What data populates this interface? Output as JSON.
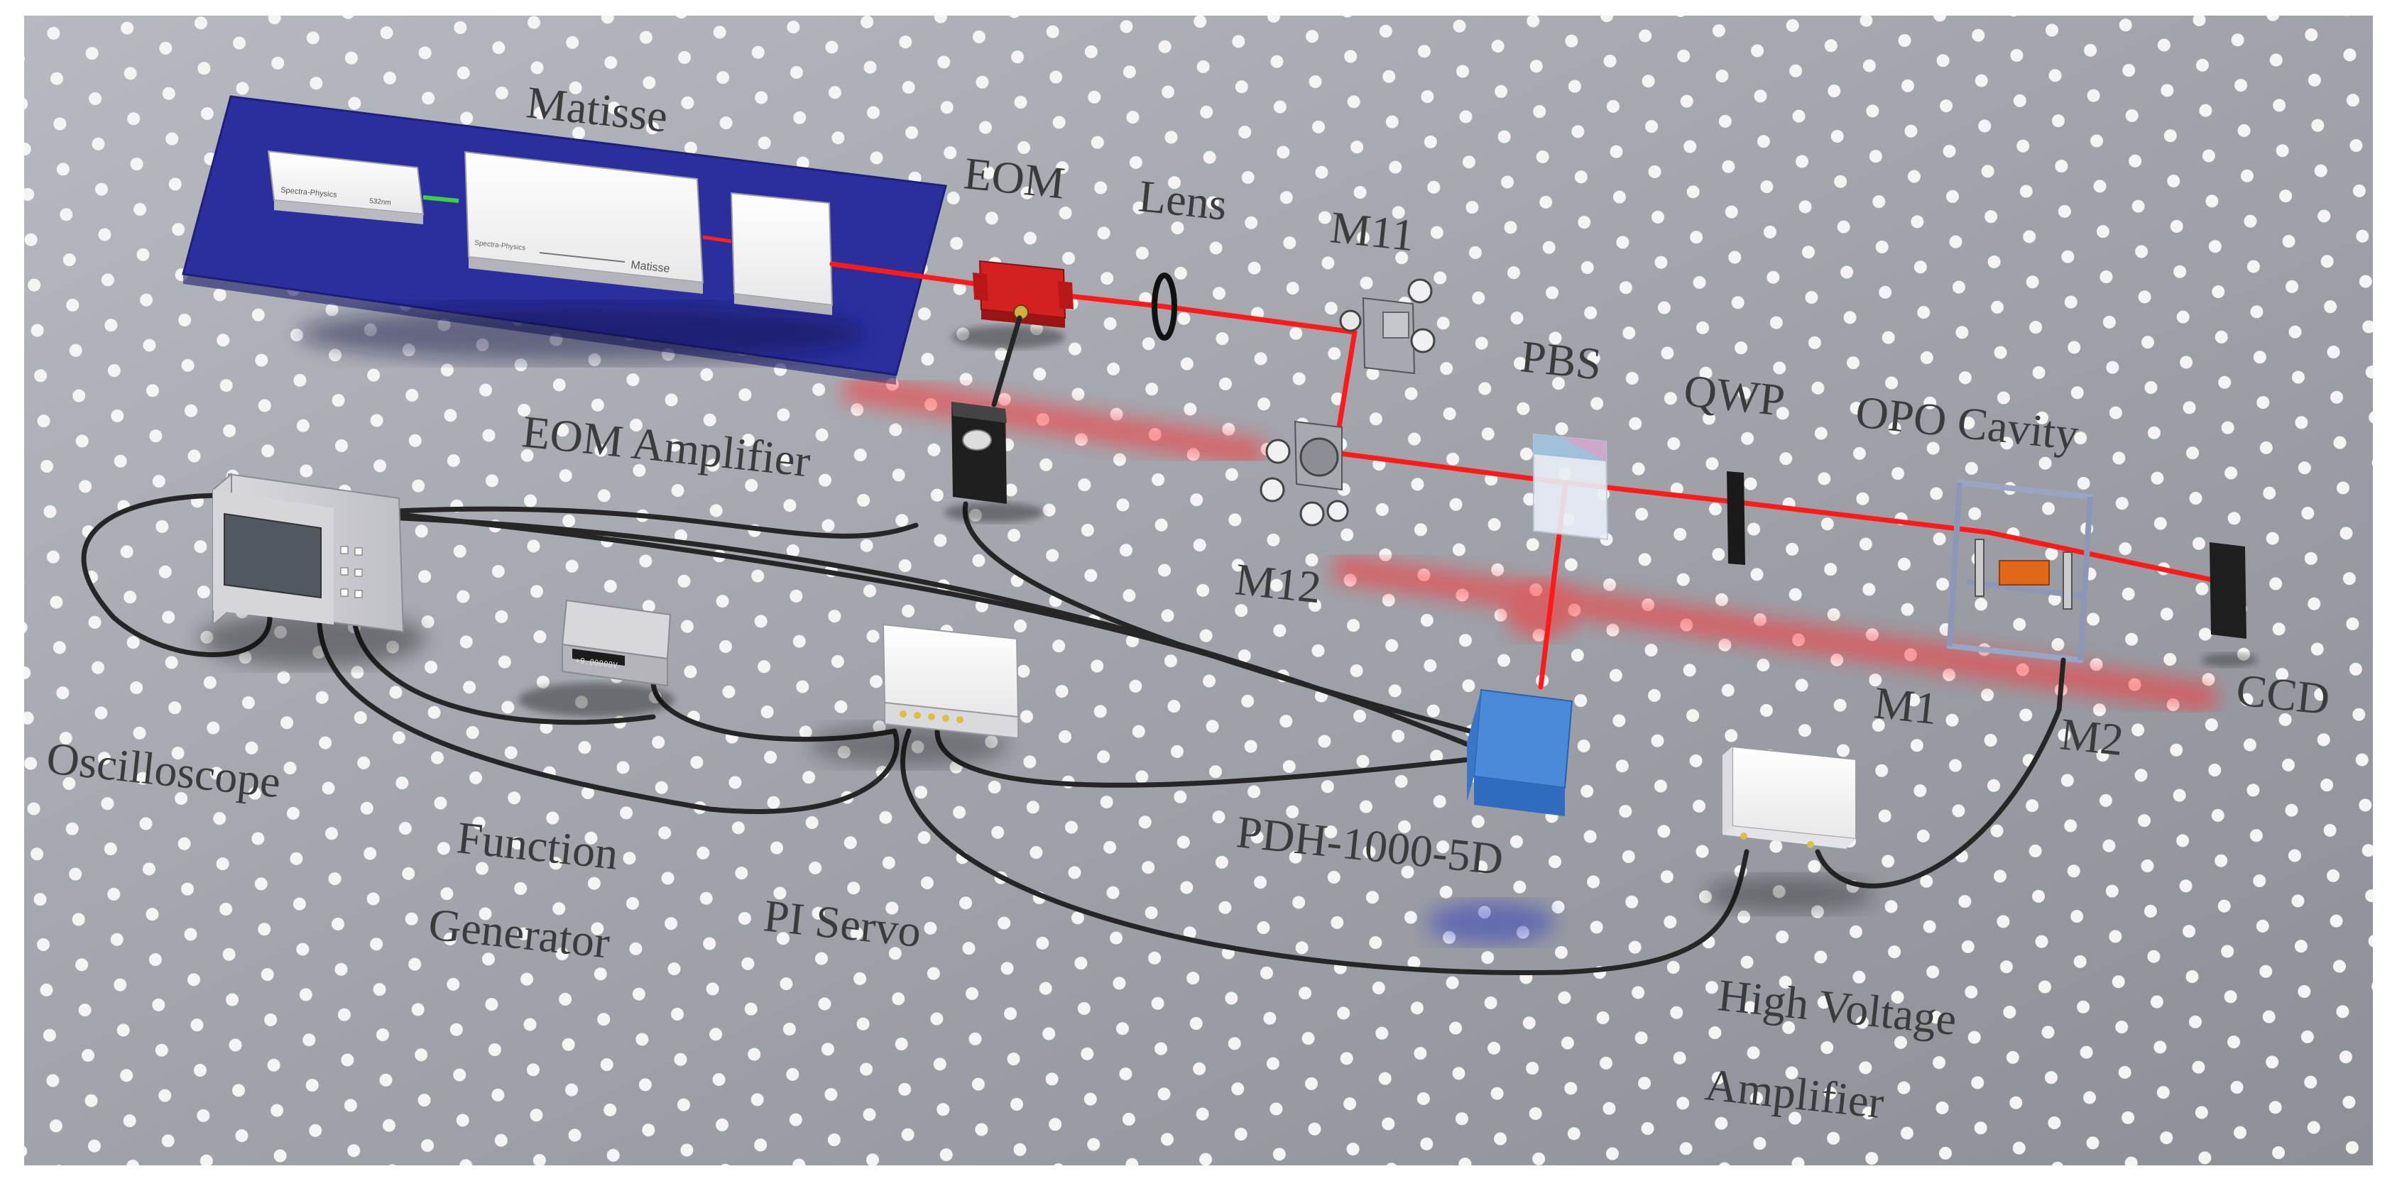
{
  "labels": {
    "matisse": "Matisse",
    "eom": "EOM",
    "lens": "Lens",
    "m11": "M11",
    "pbs": "PBS",
    "qwp": "QWP",
    "opo_cavity": "OPO Cavity",
    "eom_amplifier": "EOM Amplifier",
    "m12": "M12",
    "m1": "M1",
    "m2": "M2",
    "ccd": "CCD",
    "oscilloscope": "Oscilloscope",
    "function": "Function",
    "generator": "Generator",
    "pi_servo": "PI Servo",
    "pdh": "PDH-1000-5D",
    "high_voltage": "High Voltage",
    "amplifier": "Amplifier"
  },
  "device_text": {
    "pump_logo": "Spectra-Physics",
    "pump_model": "532nm",
    "matisse_brand": "Spectra-Physics",
    "matisse_model": "Matisse",
    "funcgen_display": "+9.00000V"
  },
  "colors": {
    "table": "#9ea0a8",
    "hole": "#f2f2f2",
    "laser_plate": "#2b2f9e",
    "beam": "#ff2020",
    "pump_beam": "#3cd23c",
    "eom": "#d42020",
    "pdh": "#3f7fd2",
    "cable": "#2a2a2a"
  }
}
